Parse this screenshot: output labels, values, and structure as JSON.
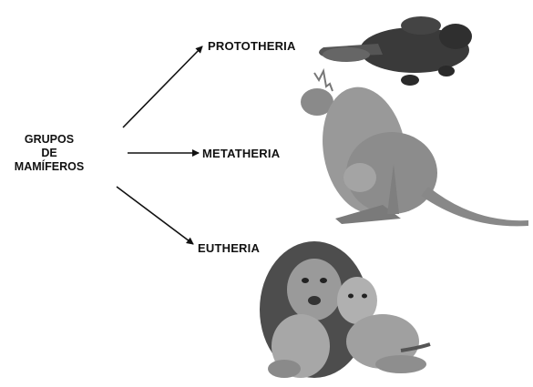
{
  "root": {
    "lines": [
      "GRUPOS",
      "DE",
      "MAMÍFEROS"
    ]
  },
  "branches": [
    {
      "label": "PROTOTHERIA",
      "animal_icon": "platypus-icon"
    },
    {
      "label": "METATHERIA",
      "animal_icon": "kangaroo-icon"
    },
    {
      "label": "EUTHERIA",
      "animal_icon": "lion-icon"
    }
  ],
  "colors": {
    "arrow": "#111111",
    "text": "#111111"
  }
}
